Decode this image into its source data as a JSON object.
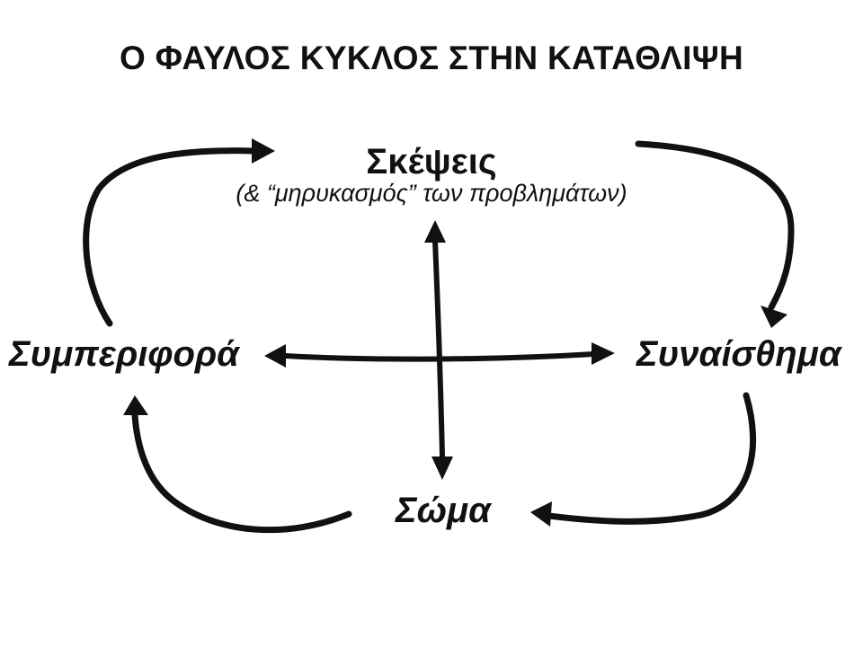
{
  "diagram": {
    "title": "Ο ΦΑΥΛΟΣ ΚΥΚΛΟΣ ΣΤΗΝ ΚΑΤΑΘΛΙΨΗ",
    "nodes": {
      "thoughts": "Σκέψεις",
      "thoughts_sub": "(& “μηρυκασμός” των προβλημάτων)",
      "behavior": "Συμπεριφορά",
      "emotion": "Συναίσθημα",
      "body": "Σώμα"
    },
    "colors": {
      "ink": "#111111",
      "background": "#ffffff"
    }
  }
}
